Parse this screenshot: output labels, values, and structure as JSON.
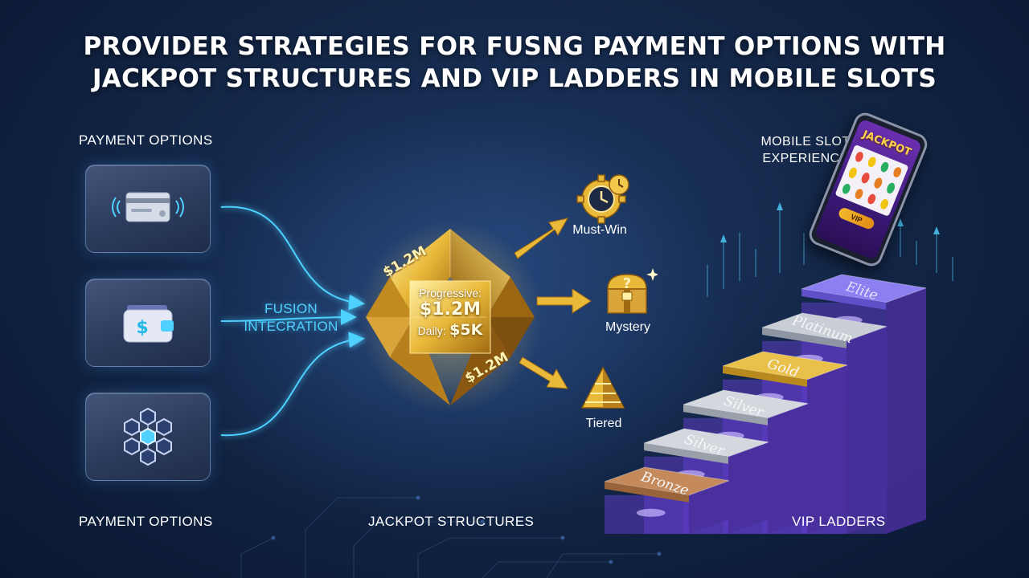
{
  "title": {
    "line1": "PROVIDER STRATEGIES FOR FUSNG PAYMENT OPTIONS WITH",
    "line2": "JACKPOT STRUCTURES AND VIP LADDERS IN MOBILE SLOTS"
  },
  "payment": {
    "top_label": "PAYMENT OPTIONS",
    "bottom_label": "PAYMENT OPTIONS",
    "cards": [
      {
        "icon": "contactless-card-icon"
      },
      {
        "icon": "wallet-dollar-icon"
      },
      {
        "icon": "blockchain-hex-icon"
      }
    ]
  },
  "fusion": {
    "line1": "FUSION",
    "line2": "INTECRATION"
  },
  "gem": {
    "progressive_label": "Progressive:",
    "progressive_value": "$1.2M",
    "daily_label": "Daily:",
    "daily_value": "$5K",
    "face_text_1": "$1.2M",
    "face_text_2": "$1.2M"
  },
  "jackpots": {
    "section_label": "JACKPOT STRUCTURES",
    "items": [
      {
        "label": "Must-Win",
        "icon": "clock-gear-icon"
      },
      {
        "label": "Mystery",
        "icon": "treasure-chest-icon"
      },
      {
        "label": "Tiered",
        "icon": "pyramid-icon"
      }
    ]
  },
  "mobile": {
    "line1": "MOBILE SLOT",
    "line2": "EXPERIENCE",
    "screen_title": "JACKPOT",
    "button_label": "VIP"
  },
  "vip": {
    "section_label": "VIP LADDERS",
    "steps": [
      "Bronze",
      "Silver",
      "Silver",
      "Gold",
      "Platinum",
      "Elite"
    ]
  },
  "colors": {
    "accent_cyan": "#4fd1ff",
    "gold": "#e9b93a",
    "purple": "#6f4bd8",
    "bronze": "#b77a4e",
    "silver": "#c9ced6",
    "elite": "#7d70ef"
  }
}
